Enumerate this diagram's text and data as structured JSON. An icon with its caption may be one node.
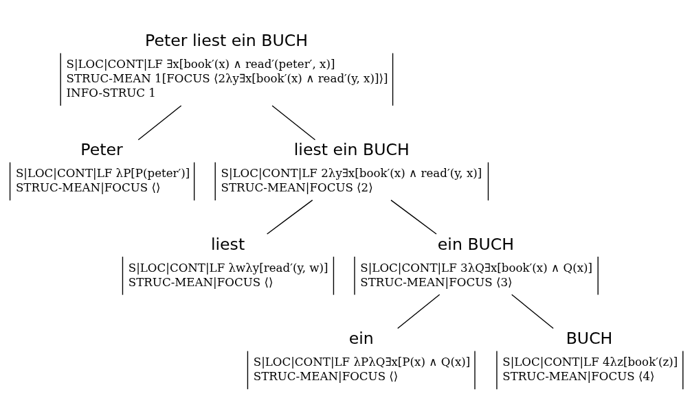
{
  "diagram": {
    "nodes": [
      {
        "text": [
          "Peter liest ein BUCH",
          "S|LOC|CONT|LF ∃x[book′(x) ∧ read′(peter′, x)]",
          "STRUC-MEAN 1[FOCUS ⟨2λy∃x[book′(x) ∧ read′(y, x)]⟩]",
          "INFO-STRUC 1"
        ]
      },
      {
        "text": [
          "Peter",
          "S|LOC|CONT|LF λP[P(peter′)]",
          "STRUC-MEAN|FOCUS ⟨⟩"
        ]
      },
      {
        "text": [
          "liest ein BUCH",
          "S|LOC|CONT|LF 2λy∃x[book′(x) ∧ read′(y, x)]",
          "STRUC-MEAN|FOCUS ⟨2⟩"
        ]
      },
      {
        "text": [
          "liest",
          "S|LOC|CONT|LF λwλy[read′(y, w)]",
          "STRUC-MEAN|FOCUS ⟨⟩"
        ]
      },
      {
        "text": [
          "ein BUCH",
          "S|LOC|CONT|LF 3λQ∃x[book′(x) ∧ Q(x)]",
          "STRUC-MEAN|FOCUS ⟨3⟩"
        ]
      },
      {
        "text": [
          "ein",
          "S|LOC|CONT|LF λPλQ∃x[P(x) ∧ Q(x)]",
          "STRUC-MEAN|FOCUS ⟨⟩"
        ]
      },
      {
        "text": [
          "BUCH",
          "S|LOC|CONT|LF 4λz[book′(z)]",
          "STRUC-MEAN|FOCUS ⟨4⟩"
        ]
      }
    ],
    "edges": [
      {
        "from": 0,
        "to": 1,
        "arrow": "none"
      },
      {
        "from": 0,
        "to": 2,
        "arrow": "none"
      },
      {
        "from": 2,
        "to": 3,
        "arrow": "none"
      },
      {
        "from": 2,
        "to": 4,
        "arrow": "none"
      },
      {
        "from": 4,
        "to": 5,
        "arrow": "none"
      },
      {
        "from": 4,
        "to": 6,
        "arrow": "none"
      }
    ]
  }
}
